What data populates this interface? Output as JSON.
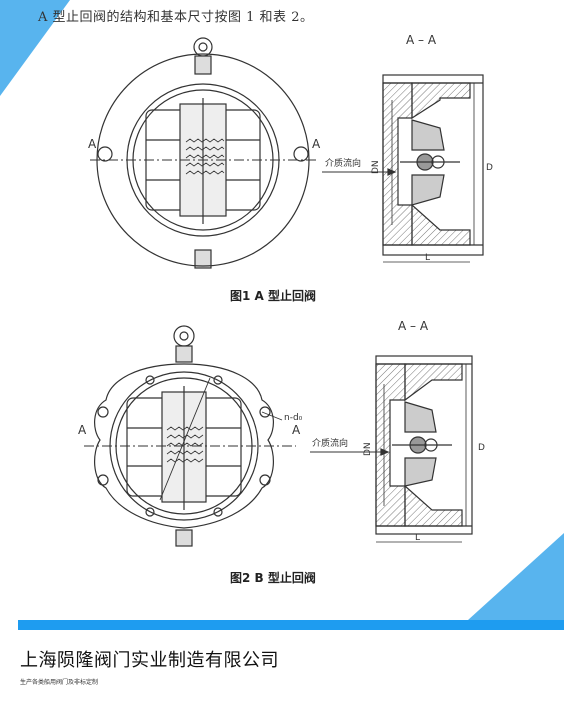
{
  "intro_text": "A 型止回阀的结构和基本尺寸按图 1 和表 2。",
  "figure1": {
    "caption": "图1   A 型止回阀",
    "section_label": "A – A",
    "cut_label": "A",
    "flow_label": "介质流向",
    "dim_dn": "DN",
    "dim_d": "D",
    "dim_l": "L"
  },
  "figure2": {
    "caption": "图2   B 型止回阀",
    "section_label": "A – A",
    "cut_label": "A",
    "flow_label": "介质流向",
    "hole_label": "n-d₀",
    "dim_dn": "DN",
    "dim_d": "D",
    "dim_l": "L"
  },
  "footer": {
    "company": "上海陨隆阀门实业制造有限公司",
    "tagline": "生产各类船用阀门及非标定制"
  },
  "colors": {
    "accent": "#1e9cf0",
    "triangle": "#58b4ee"
  }
}
